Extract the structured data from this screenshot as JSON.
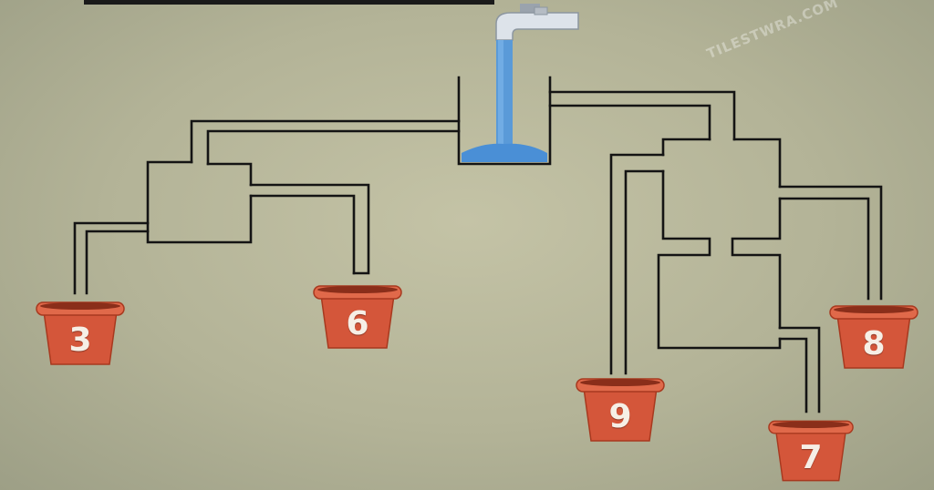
{
  "puzzle": {
    "watermark": "TILESTWRA.COM",
    "colors": {
      "background": "#b8b89c",
      "pipe": "#141414",
      "water": "#4a8fd6",
      "bucket": "#d4563a",
      "bucket_rim": "#e0694a",
      "bucket_label": "#f6efe6",
      "faucet": "#dde3ea"
    },
    "buckets": [
      {
        "id": "bucket-3",
        "label": "3"
      },
      {
        "id": "bucket-6",
        "label": "6"
      },
      {
        "id": "bucket-9",
        "label": "9"
      },
      {
        "id": "bucket-7",
        "label": "7"
      },
      {
        "id": "bucket-8",
        "label": "8"
      }
    ]
  }
}
